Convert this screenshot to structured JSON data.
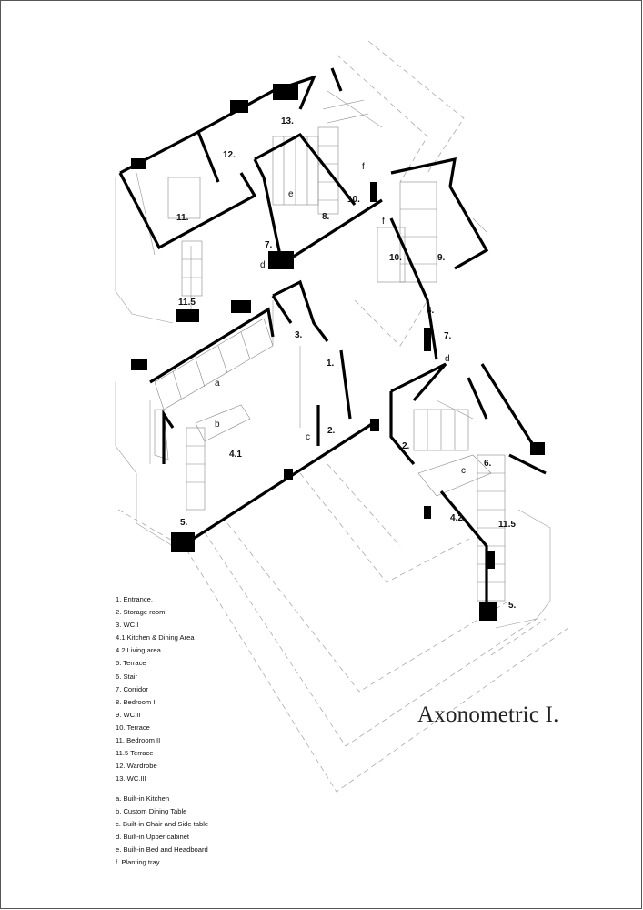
{
  "title": "Axonometric I.",
  "room_legend": [
    "1. Entrance.",
    "2. Storage room",
    "3. WC.I",
    "4.1 Kitchen & Dining Area",
    "4.2 Living area",
    "5. Terrace",
    "6. Stair",
    "7. Corridor",
    "8. Bedroom I",
    "9. WC.II",
    "10. Terrace",
    "11. Bedroom II",
    "11.5 Terrace",
    "12. Wardrobe",
    "13. WC.III"
  ],
  "furniture_legend": [
    "a. Built-in Kitchen",
    "b. Custom Dining Table",
    "c. Built-in Chair and Side table",
    "d. Built-in Upper cabinet",
    "e. Built-in Bed and Headboard",
    "f. Planting tray"
  ],
  "plan_labels": {
    "l13": "13.",
    "l12": "12.",
    "l11": "11.",
    "l10a": "10.",
    "l8a": "8.",
    "l7a": "7.",
    "l9": "9.",
    "l10b": "10.",
    "l8b": "8.",
    "l7b": "7.",
    "l115a": "11.5",
    "l3": "3.",
    "l1": "1.",
    "l2a": "2.",
    "l2b": "2.",
    "l41": "4.1",
    "l42": "4.2",
    "l6": "6.",
    "l115b": "11.5",
    "l5a": "5.",
    "l5b": "5.",
    "la": "a",
    "lb": "b",
    "lc1": "c",
    "lc2": "c",
    "ld1": "d",
    "ld2": "d",
    "le": "e",
    "lf1": "f",
    "lf2": "f"
  }
}
